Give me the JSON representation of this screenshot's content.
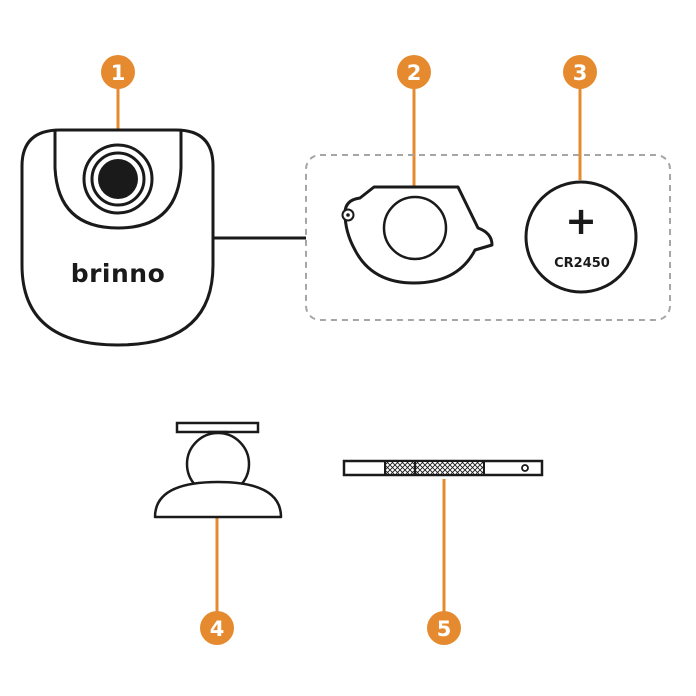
{
  "colors": {
    "badge": "#e58a2e",
    "line": "#1a1a1a",
    "dashed_border": "#a6a6a6",
    "background": "#ffffff"
  },
  "camera": {
    "brand": "brinno"
  },
  "battery": {
    "label": "CR2450",
    "symbol": "+"
  },
  "callouts": [
    {
      "number": "1",
      "part": "camera-body"
    },
    {
      "number": "2",
      "part": "battery-cover"
    },
    {
      "number": "3",
      "part": "coin-battery"
    },
    {
      "number": "4",
      "part": "ball-head-mount"
    },
    {
      "number": "5",
      "part": "strap"
    }
  ]
}
